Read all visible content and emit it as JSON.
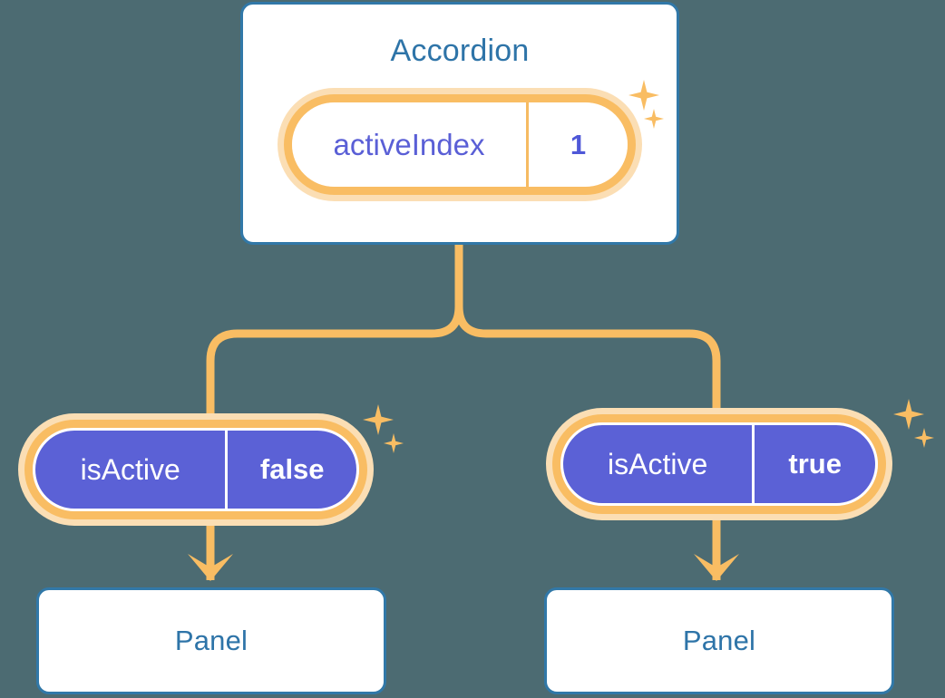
{
  "theme": {
    "background": "#4c6b72",
    "card_border": "#3178a8",
    "card_fill": "#ffffff",
    "title_text": "#2e74a8",
    "accent_orange": "#f9bd63",
    "accent_orange_halo": "#fbdeb4",
    "state_purple": "#5b61d6",
    "state_text_purple": "#5a5fd6",
    "connector": "#f9bd63"
  },
  "diagram": {
    "type": "component-state-tree",
    "root": {
      "name": "accordion-component",
      "title": "Accordion",
      "state": {
        "key": "activeIndex",
        "value": "1",
        "style": "white"
      }
    },
    "children": [
      {
        "name": "panel-left",
        "state": {
          "key": "isActive",
          "value": "false",
          "style": "purple"
        },
        "title": "Panel"
      },
      {
        "name": "panel-right",
        "state": {
          "key": "isActive",
          "value": "true",
          "style": "purple"
        },
        "title": "Panel"
      }
    ]
  },
  "icons": {
    "sparkle_large": "sparkle-four-point-large",
    "sparkle_small": "sparkle-four-point-small",
    "arrow_down": "arrow-down-icon",
    "branch": "branch-connector"
  }
}
